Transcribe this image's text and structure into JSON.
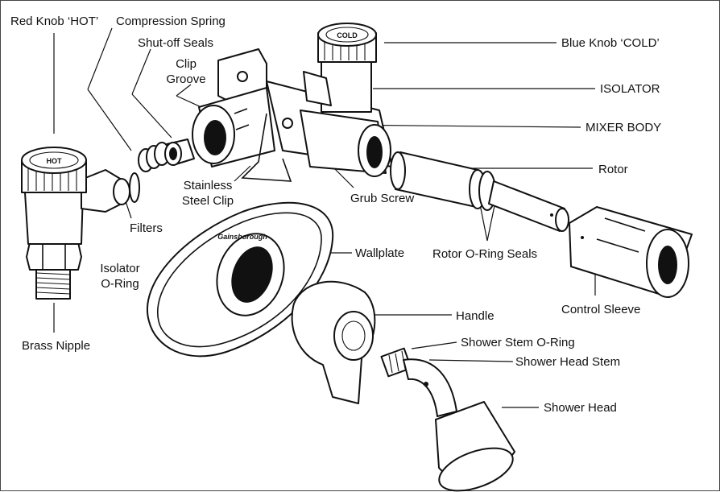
{
  "labels": {
    "red_knob": "Red Knob ‘HOT’",
    "compression_spring": "Compression Spring",
    "shutoff_seals": "Shut-off Seals",
    "clip_groove_1": "Clip",
    "clip_groove_2": "Groove",
    "blue_knob": "Blue Knob ‘COLD’",
    "isolator": "ISOLATOR",
    "mixer_body": "MIXER BODY",
    "rotor": "Rotor",
    "stainless_clip_1": "Stainless",
    "stainless_clip_2": "Steel Clip",
    "grub_screw": "Grub Screw",
    "filters": "Filters",
    "rotor_oring_seals": "Rotor O-Ring Seals",
    "isolator_oring_1": "Isolator",
    "isolator_oring_2": "O-Ring",
    "wallplate": "Wallplate",
    "control_sleeve": "Control Sleeve",
    "handle": "Handle",
    "brass_nipple": "Brass Nipple",
    "shower_stem_oring": "Shower Stem O-Ring",
    "shower_head_stem": "Shower Head Stem",
    "shower_head": "Shower Head"
  },
  "knob_text": {
    "hot": "HOT",
    "cold": "COLD",
    "wallplate_brand": "Gainsborough"
  },
  "colors": {
    "line": "#111111",
    "background": "#ffffff"
  }
}
